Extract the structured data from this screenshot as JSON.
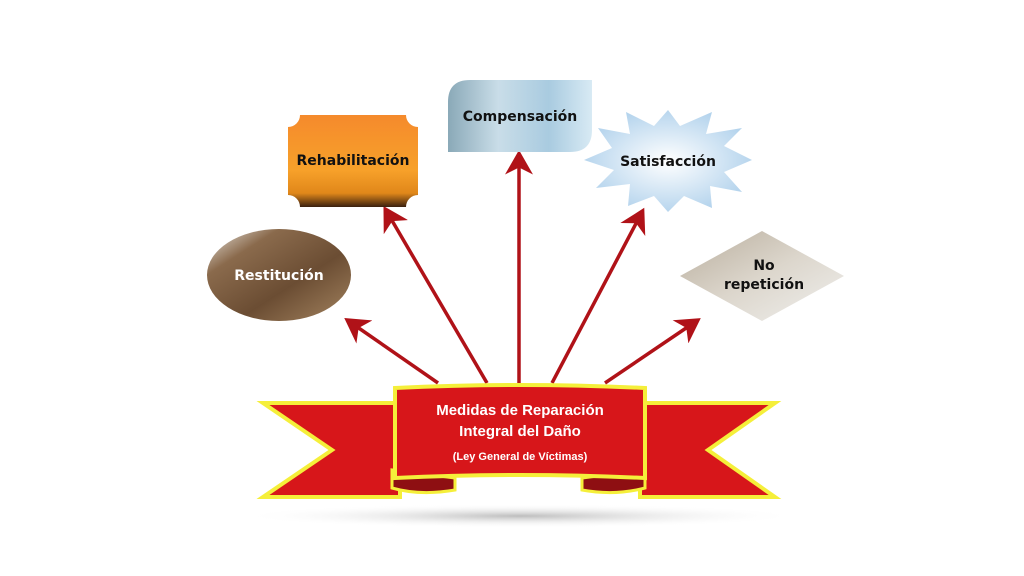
{
  "banner": {
    "title_line1": "Medidas de Reparación",
    "title_line2": "Integral del Daño",
    "subtitle": "(Ley General de Víctimas)"
  },
  "measures": [
    {
      "label": "Restitución"
    },
    {
      "label": "Rehabilitación"
    },
    {
      "label": "Compensación"
    },
    {
      "label": "Satisfacción"
    },
    {
      "label_line1": "No",
      "label_line2": "repetición"
    }
  ],
  "colors": {
    "banner_red": "#d7161a",
    "banner_border": "#f5ef3a",
    "arrow": "#b01218"
  }
}
